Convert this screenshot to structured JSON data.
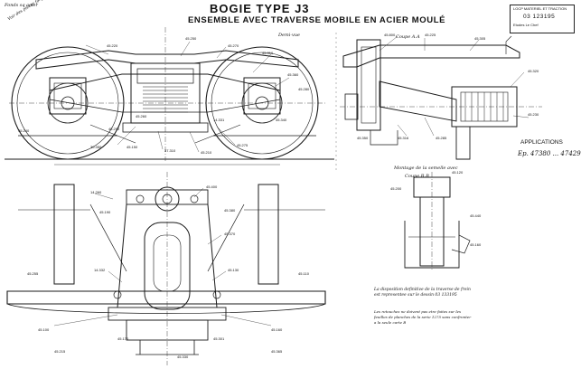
{
  "title": {
    "main": "BOGIE  TYPE J3",
    "subtitle": "ENSEMBLE AVEC TRAVERSE MOBILE EN ACIER MOULÉ"
  },
  "corner_notes": [
    "Fonds sq acier",
    "Voir des pièces forgées"
  ],
  "views": {
    "elevation": "Demi-vue",
    "section_aa": "Coupe A.A"
  },
  "title_block": {
    "line1": "LOCP  MATERIEL ET TRACTION",
    "number": "03 123195",
    "line3": "Etudes  Le Chef"
  },
  "applications": {
    "heading": "APPLICATIONS",
    "numbers": "Ep. 47380 ... 47429"
  },
  "montage": {
    "line1": "Montage de la semelle avec",
    "line2": "Coupe B.B"
  },
  "notes": [
    "La disposition definitive de la traverse de frein",
    "est representee sur le dessin 03 133195",
    "Les retouches ne doivent pas etre faites sur les",
    "feuilles de planches de la serie 1275 sans confronter",
    "a la seule carte B"
  ],
  "labels": [
    "45.220",
    "45.250",
    "45.270",
    "45.310",
    "45.360",
    "45.280",
    "30.350",
    "45.150",
    "37.310",
    "45.210",
    "45.275",
    "45.240",
    "45.260",
    "14.331",
    "45.340",
    "45.290",
    "45.800",
    "45.225",
    "45.305",
    "45.320",
    "45.230",
    "45.316",
    "45.285",
    "45.350",
    "14.260",
    "45.400",
    "45.370",
    "45.130",
    "14.332",
    "45.100",
    "45.160",
    "45.190",
    "45.380",
    "45.330",
    "45.170",
    "45.301",
    "45.440",
    "45.160",
    "45.200",
    "45.120",
    "45.255",
    "45.110",
    "45.215",
    "45.365"
  ]
}
